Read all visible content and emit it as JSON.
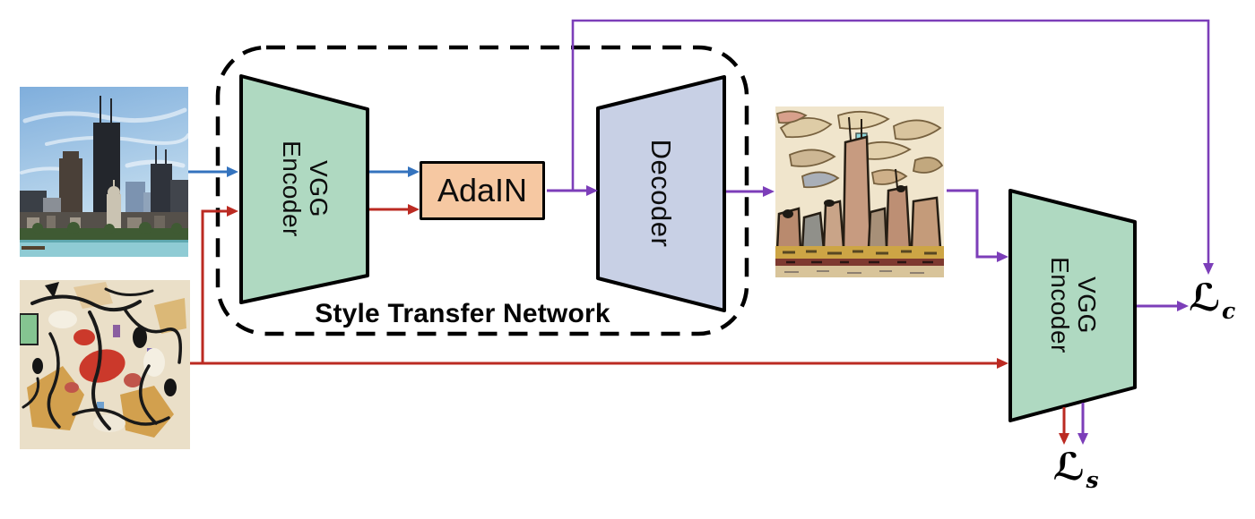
{
  "colors": {
    "content_path_blue": "#3473BE",
    "style_path_red": "#BB2A22",
    "output_path_purple": "#7C3EB9",
    "encoder_fill": "#AFD9C1",
    "decoder_fill": "#C8D0E5",
    "adain_fill": "#F6C8A2",
    "outline_black": "#000000",
    "canvas_bg": "#FFFFFF"
  },
  "network_box": {
    "label": "Style Transfer Network"
  },
  "blocks": {
    "encoder_left": {
      "label_line1": "VGG",
      "label_line2": "Encoder"
    },
    "adain": {
      "label": "AdaIN"
    },
    "decoder": {
      "label": "Decoder"
    },
    "encoder_right": {
      "label_line1": "VGG",
      "label_line2": "Encoder"
    }
  },
  "losses": {
    "content": {
      "symbol": "ℒ",
      "subscript": "c"
    },
    "style": {
      "symbol": "ℒ",
      "subscript": "s"
    }
  },
  "images": {
    "content": {
      "name": "content-photo-chicago-skyline"
    },
    "style": {
      "name": "style-painting-abstract"
    },
    "output": {
      "name": "stylized-output-skyline"
    }
  }
}
